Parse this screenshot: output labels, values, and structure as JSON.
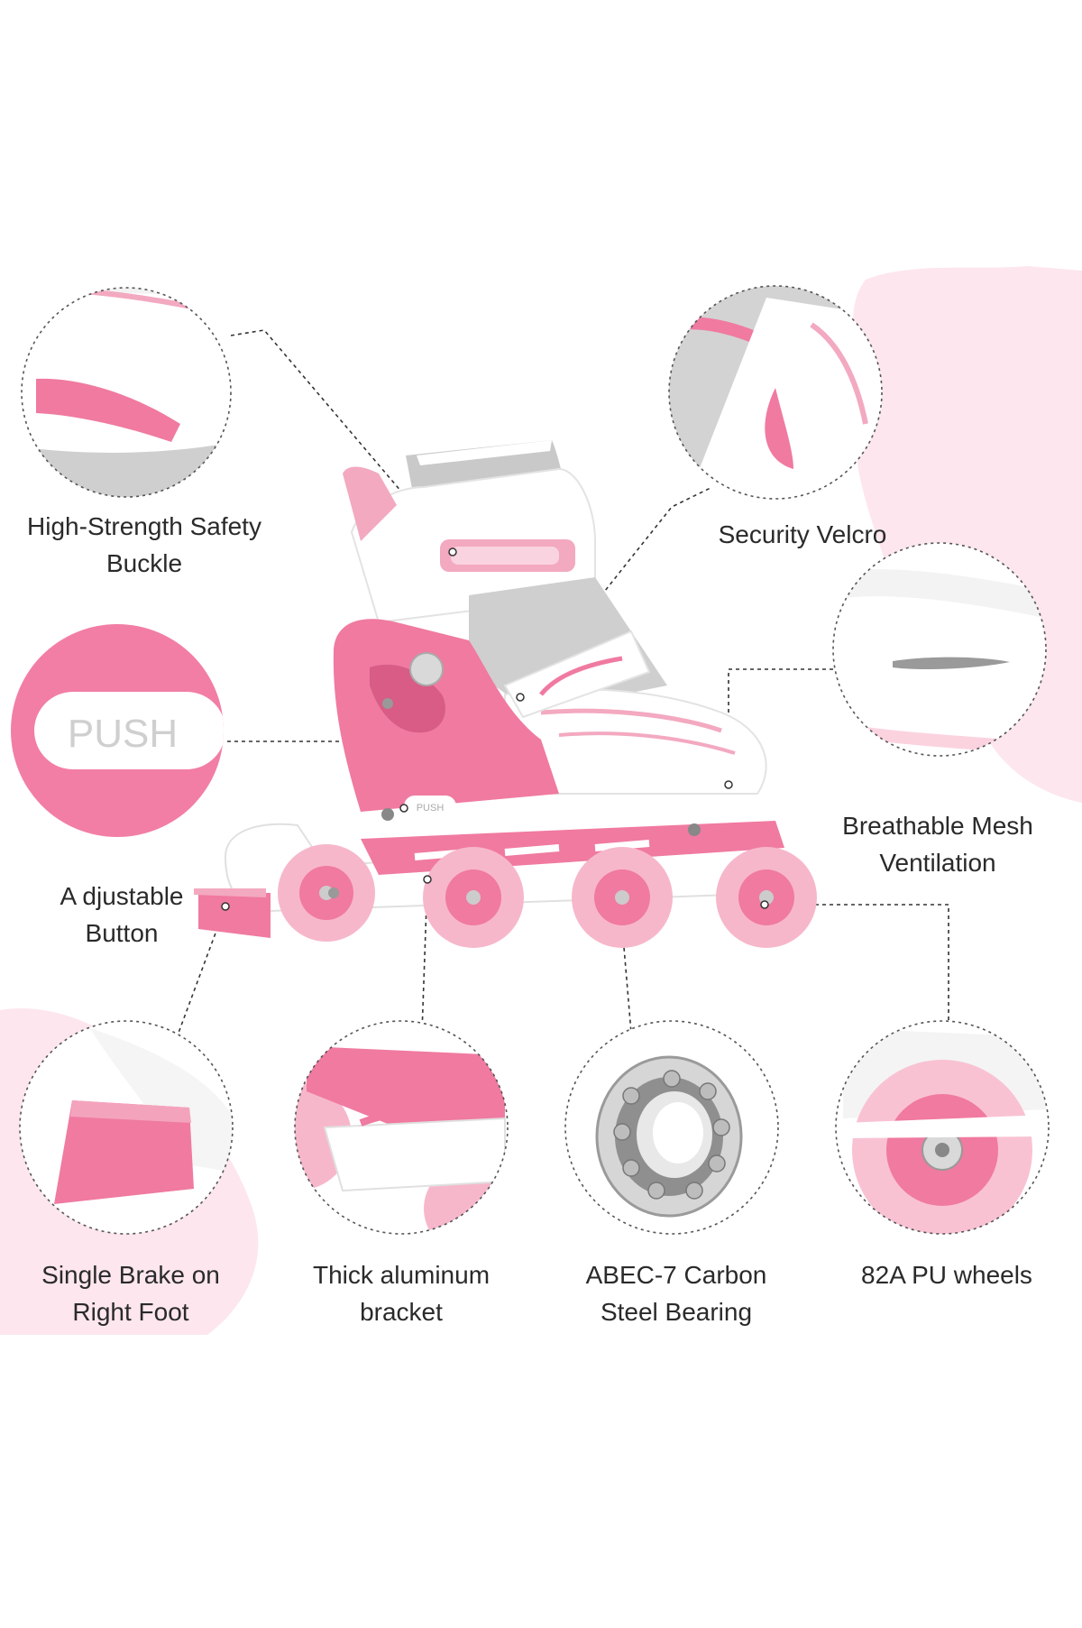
{
  "labels": {
    "safety_buckle": [
      "High-Strength Safety",
      "Buckle"
    ],
    "velcro": [
      "Security Velcro"
    ],
    "adjustable_button": [
      "A djustable",
      "Button"
    ],
    "mesh": [
      "Breathable Mesh",
      "Ventilation"
    ],
    "brake": [
      "Single Brake on",
      "Right Foot"
    ],
    "bracket": [
      "Thick aluminum",
      "bracket"
    ],
    "bearing": [
      "ABEC-7 Carbon",
      "Steel Bearing"
    ],
    "wheels": [
      "82A PU wheels"
    ]
  },
  "push_text": "PUSH",
  "colors": {
    "pink": "#f07aa0",
    "light_pink": "#fbd3df",
    "blush_bg": "#fde6ee",
    "white": "#ffffff",
    "grey": "#c9c9c9",
    "dark_text": "#2a2a2a"
  },
  "icons": [
    "skate-icon",
    "buckle-icon",
    "velcro-icon",
    "push-button-icon",
    "mesh-vent-icon",
    "brake-icon",
    "bracket-icon",
    "bearing-icon",
    "wheel-icon"
  ]
}
